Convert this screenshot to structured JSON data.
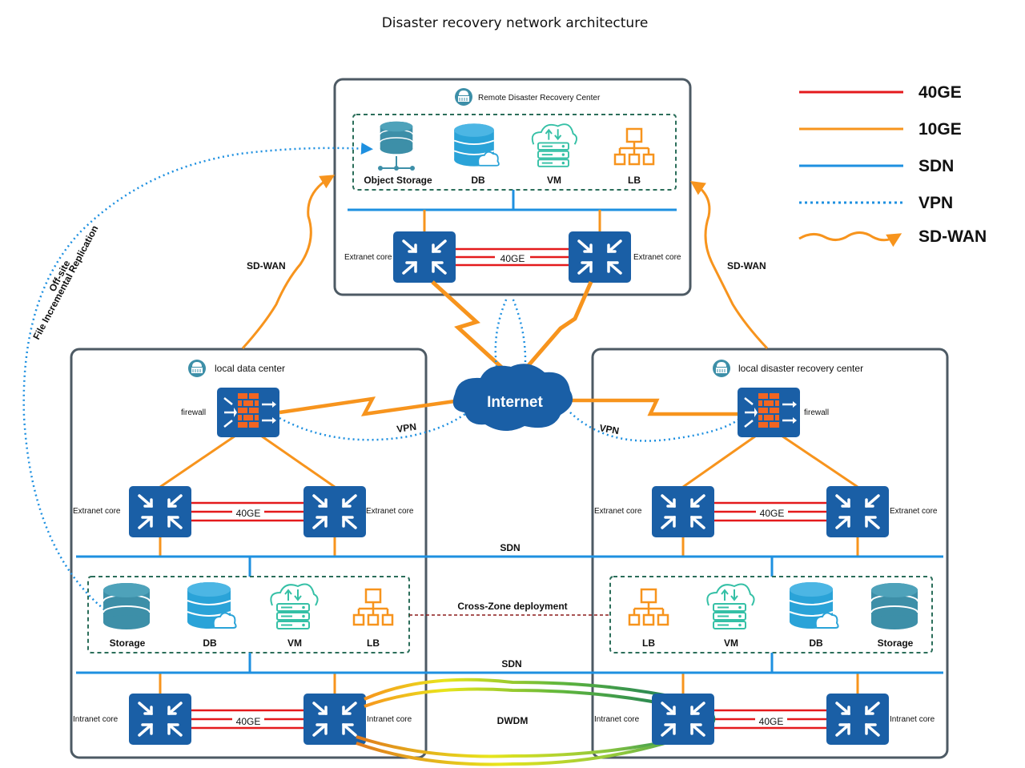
{
  "title": "Disaster recovery network architecture",
  "legend": [
    {
      "label": "40GE",
      "color": "#e41a1c",
      "style": "solid"
    },
    {
      "label": "10GE",
      "color": "#f7941d",
      "style": "solid"
    },
    {
      "label": "SDN",
      "color": "#1e90e0",
      "style": "solid"
    },
    {
      "label": "VPN",
      "color": "#1e90e0",
      "style": "dotted"
    },
    {
      "label": "SD-WAN",
      "color": "#f7941d",
      "style": "wave-arrow"
    }
  ],
  "colors": {
    "switch": "#1a5fa6",
    "firewall_brick": "#f26522",
    "storage": "#3d8fa8",
    "db": "#2aa3d8",
    "vm": "#35c0a6",
    "lb": "#f7941d",
    "frame": "#4d5a64",
    "dashed_frame": "#2b6e5a"
  },
  "remote_center": {
    "name": "Remote Disaster Recovery Center",
    "resources": [
      "Object Storage",
      "DB",
      "VM",
      "LB"
    ],
    "left_core": "Extranet core",
    "right_core": "Extranet core",
    "link": "40GE"
  },
  "local_dc": {
    "name": "local data center",
    "firewall": "firewall",
    "extranet_left": "Extranet core",
    "extranet_right": "Extranet core",
    "extranet_link": "40GE",
    "resources": [
      "Storage",
      "DB",
      "VM",
      "LB"
    ],
    "intranet_left": "Intranet core",
    "intranet_right": "Intranet core",
    "intranet_link": "40GE"
  },
  "local_dr": {
    "name": "local disaster recovery center",
    "firewall": "firewall",
    "extranet_left": "Extranet core",
    "extranet_right": "Extranet core",
    "extranet_link": "40GE",
    "resources": [
      "LB",
      "VM",
      "DB",
      "Storage"
    ],
    "intranet_left": "Intranet core",
    "intranet_right": "Intranet core",
    "intranet_link": "40GE"
  },
  "internet": "Internet",
  "labels": {
    "sdwan_left": "SD-WAN",
    "sdwan_right": "SD-WAN",
    "vpn_left": "VPN",
    "vpn_right": "VPN",
    "sdn_top": "SDN",
    "sdn_bottom": "SDN",
    "cross_zone": "Cross-Zone deployment",
    "dwdm": "DWDM",
    "offsite_line1": "Off-site",
    "offsite_line2": "File Incremental Replication"
  }
}
